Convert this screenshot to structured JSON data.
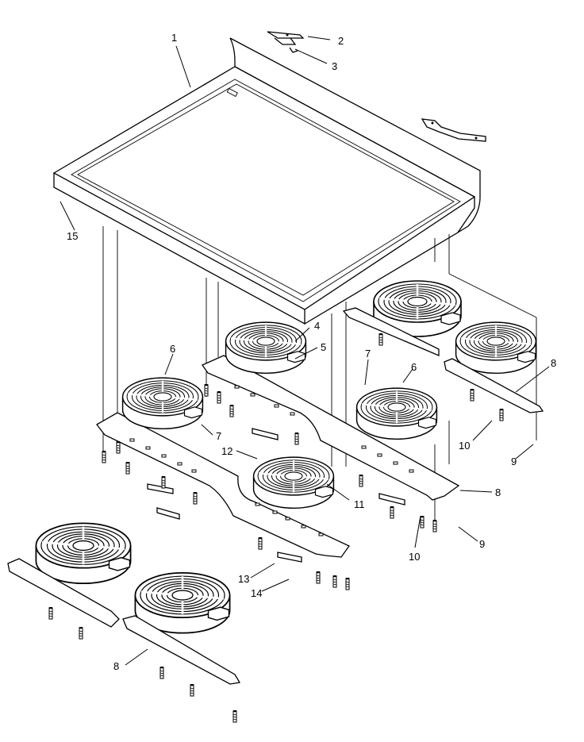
{
  "diagram": {
    "callouts": {
      "c1": "1",
      "c2": "2",
      "c3": "3",
      "c4": "4",
      "c5": "5",
      "c6a": "6",
      "c6b": "6",
      "c7a": "7",
      "c7b": "7",
      "c8a": "8",
      "c8b": "8",
      "c8c": "8",
      "c9a": "9",
      "c9b": "9",
      "c10a": "10",
      "c10b": "10",
      "c11": "11",
      "c12": "12",
      "c13": "13",
      "c14": "14",
      "c15": "15"
    }
  }
}
